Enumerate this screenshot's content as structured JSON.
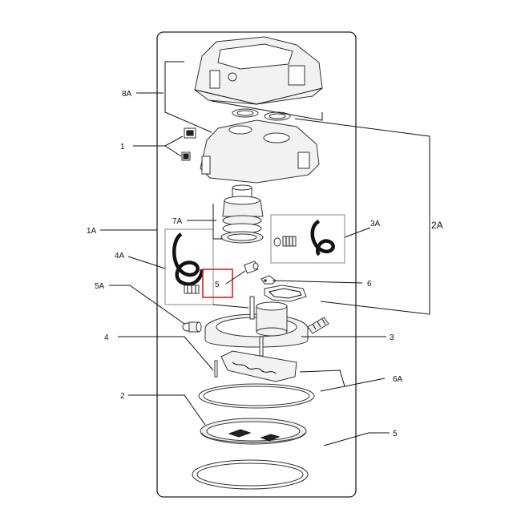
{
  "diagram": {
    "callouts": {
      "c_8A": "8A",
      "c_1": "1",
      "c_1A": "1A",
      "c_7A": "7A",
      "c_4A": "4A",
      "c_5A": "5A",
      "c_4": "4",
      "c_2": "2",
      "c_3A": "3A",
      "c_2A": "2A",
      "c_6": "6",
      "c_3": "3",
      "c_6A": "6A",
      "c_5_right": "5",
      "c_5_highlight": "5"
    },
    "highlight_color": "#e02020"
  }
}
